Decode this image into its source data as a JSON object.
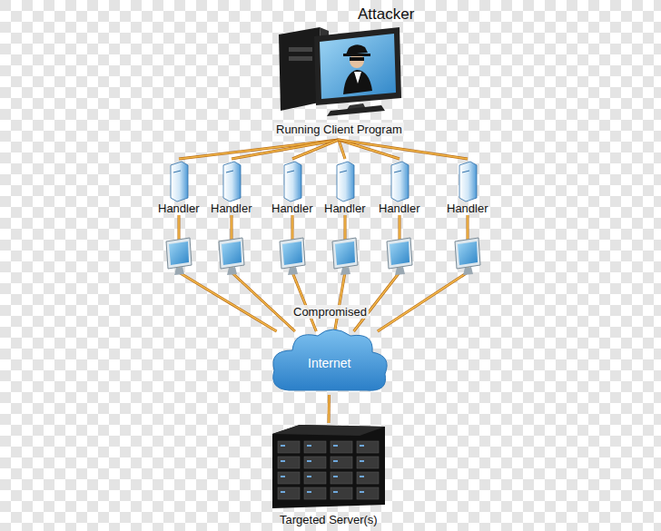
{
  "diagram": {
    "nodes": [
      {
        "text": [
          "Attacker",
          "Running Client Program"
        ]
      },
      {
        "text": [
          "Handler"
        ]
      },
      {
        "text": [
          "Handler"
        ]
      },
      {
        "text": [
          "Handler"
        ]
      },
      {
        "text": [
          "Handler"
        ]
      },
      {
        "text": [
          "Handler"
        ]
      },
      {
        "text": [
          "Handler"
        ]
      },
      {
        "text": [
          "Internet"
        ]
      },
      {
        "text": [
          "Targeted Server(s)"
        ]
      }
    ],
    "edges": [
      {
        "from": 0,
        "to": 1,
        "arrow": "none"
      },
      {
        "from": 0,
        "to": 2,
        "arrow": "none"
      },
      {
        "from": 0,
        "to": 3,
        "arrow": "none"
      },
      {
        "from": 0,
        "to": 4,
        "arrow": "none"
      },
      {
        "from": 0,
        "to": 5,
        "arrow": "none"
      },
      {
        "from": 0,
        "to": 6,
        "arrow": "none"
      },
      {
        "from": 1,
        "to": 7,
        "arrow": "none"
      },
      {
        "from": 2,
        "to": 7,
        "arrow": "none"
      },
      {
        "from": 3,
        "to": 7,
        "arrow": "none"
      },
      {
        "from": 4,
        "to": 7,
        "arrow": "none"
      },
      {
        "from": 5,
        "to": 7,
        "arrow": "none"
      },
      {
        "from": 6,
        "to": 7,
        "arrow": "none"
      },
      {
        "from": 7,
        "to": 8,
        "arrow": "none"
      }
    ],
    "labels": [
      "Compromised"
    ]
  }
}
